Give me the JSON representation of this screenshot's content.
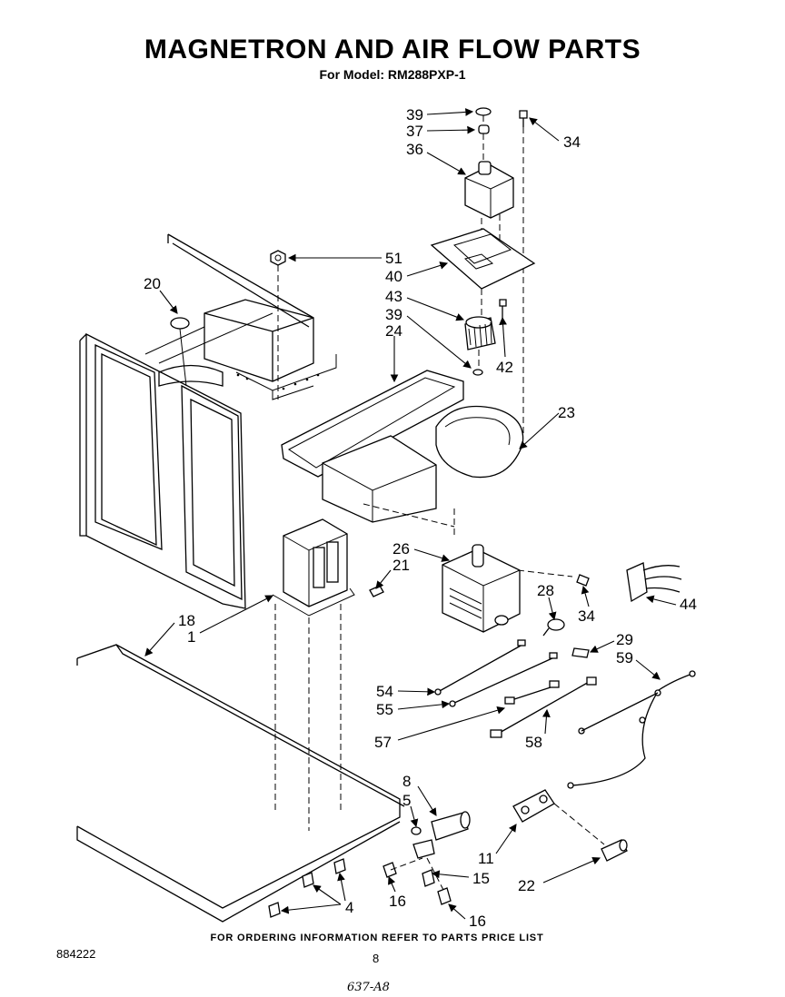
{
  "header": {
    "title": "MAGNETRON AND AIR FLOW PARTS",
    "subtitle": "For Model: RM288PXP-1"
  },
  "callouts": [
    {
      "id": "c39a",
      "label": "39"
    },
    {
      "id": "c37",
      "label": "37"
    },
    {
      "id": "c36",
      "label": "36"
    },
    {
      "id": "c34a",
      "label": "34"
    },
    {
      "id": "c51",
      "label": "51"
    },
    {
      "id": "c40",
      "label": "40"
    },
    {
      "id": "c20",
      "label": "20"
    },
    {
      "id": "c43",
      "label": "43"
    },
    {
      "id": "c39b",
      "label": "39"
    },
    {
      "id": "c24",
      "label": "24"
    },
    {
      "id": "c42",
      "label": "42"
    },
    {
      "id": "c23",
      "label": "23"
    },
    {
      "id": "c26",
      "label": "26"
    },
    {
      "id": "c21",
      "label": "21"
    },
    {
      "id": "c28",
      "label": "28"
    },
    {
      "id": "c34b",
      "label": "34"
    },
    {
      "id": "c44",
      "label": "44"
    },
    {
      "id": "c18",
      "label": "18"
    },
    {
      "id": "c1",
      "label": "1"
    },
    {
      "id": "c29",
      "label": "29"
    },
    {
      "id": "c59",
      "label": "59"
    },
    {
      "id": "c54",
      "label": "54"
    },
    {
      "id": "c55",
      "label": "55"
    },
    {
      "id": "c57",
      "label": "57"
    },
    {
      "id": "c58",
      "label": "58"
    },
    {
      "id": "c8",
      "label": "8"
    },
    {
      "id": "c5",
      "label": "5"
    },
    {
      "id": "c11",
      "label": "11"
    },
    {
      "id": "c22",
      "label": "22"
    },
    {
      "id": "c15",
      "label": "15"
    },
    {
      "id": "c16a",
      "label": "16"
    },
    {
      "id": "c16b",
      "label": "16"
    },
    {
      "id": "c4",
      "label": "4"
    }
  ],
  "footer": {
    "note": "FOR ORDERING INFORMATION REFER TO PARTS PRICE LIST",
    "doc_number": "884222",
    "page_number": "8",
    "handwritten": "637-A8"
  }
}
